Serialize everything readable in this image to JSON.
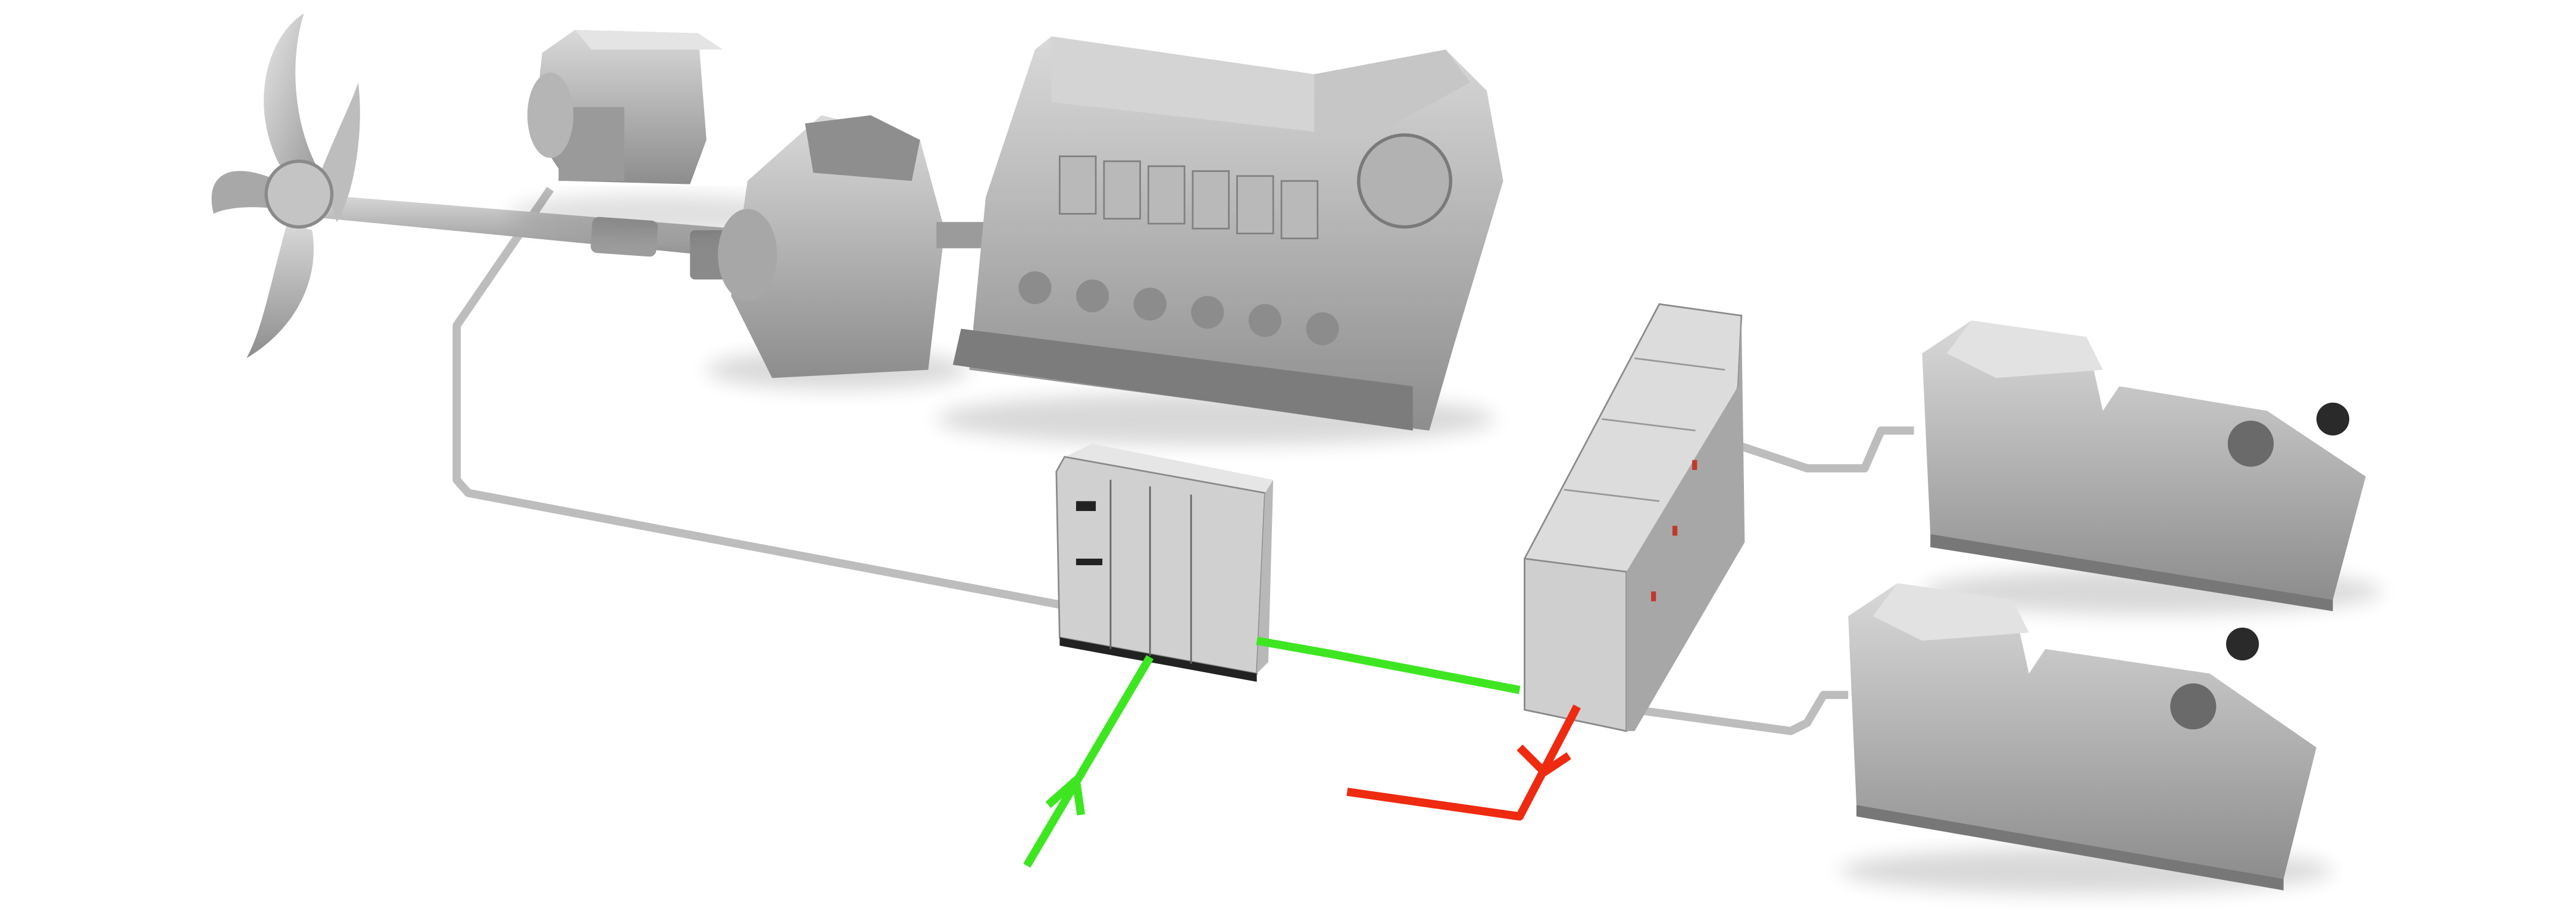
{
  "diagram": {
    "components": [
      {
        "id": "propeller",
        "icon": "propeller-icon"
      },
      {
        "id": "shaft-generator",
        "icon": "electric-machine-icon"
      },
      {
        "id": "gearbox",
        "icon": "gearbox-icon"
      },
      {
        "id": "main-engine",
        "icon": "engine-icon"
      },
      {
        "id": "drive-cabinet",
        "icon": "cabinet-icon"
      },
      {
        "id": "switchboard",
        "icon": "switchboard-icon"
      },
      {
        "id": "genset-1",
        "icon": "generator-set-icon"
      },
      {
        "id": "genset-2",
        "icon": "generator-set-icon"
      }
    ],
    "colors": {
      "cable": "#b9b9b9",
      "shore_power_in": "#3ee622",
      "power_out": "#ee2a10",
      "equipment": "#a9a9a9",
      "equipment_light": "#d6d6d6",
      "equipment_dark": "#6d6d6d"
    }
  }
}
